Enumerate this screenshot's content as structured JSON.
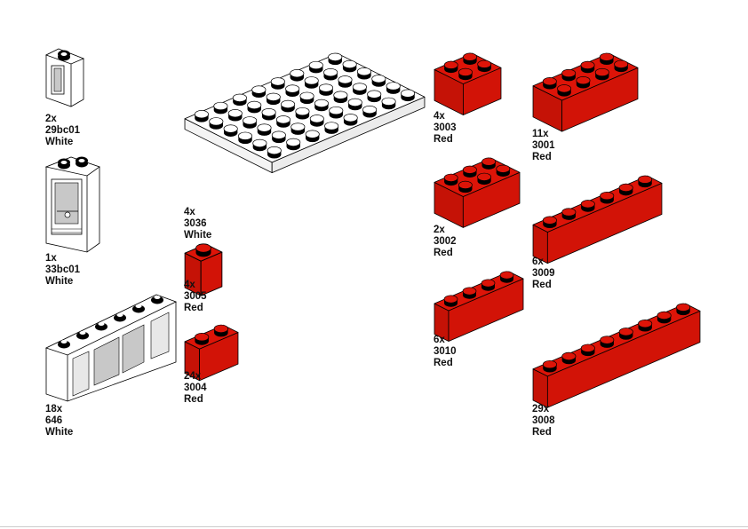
{
  "colors": {
    "red": "#dd1408",
    "white": "#ffffff",
    "outline": "#000000",
    "glass": "#c8c8c8"
  },
  "parts": {
    "p29bc01": {
      "qty": "2x",
      "id": "29bc01",
      "color": "White"
    },
    "p33bc01": {
      "qty": "1x",
      "id": "33bc01",
      "color": "White"
    },
    "p646": {
      "qty": "18x",
      "id": "646",
      "color": "White"
    },
    "p3036": {
      "qty": "4x",
      "id": "3036",
      "color": "White",
      "studs": [
        6,
        8
      ],
      "height_units": 1
    },
    "p3005": {
      "qty": "4x",
      "id": "3005",
      "color": "Red",
      "studs": [
        1,
        1
      ],
      "height_units": 3
    },
    "p3004": {
      "qty": "24x",
      "id": "3004",
      "color": "Red",
      "studs": [
        1,
        2
      ],
      "height_units": 3
    },
    "p3003": {
      "qty": "4x",
      "id": "3003",
      "color": "Red",
      "studs": [
        2,
        2
      ],
      "height_units": 3
    },
    "p3001": {
      "qty": "11x",
      "id": "3001",
      "color": "Red",
      "studs": [
        2,
        4
      ],
      "height_units": 3
    },
    "p3002": {
      "qty": "2x",
      "id": "3002",
      "color": "Red",
      "studs": [
        2,
        3
      ],
      "height_units": 3
    },
    "p3009": {
      "qty": "6x",
      "id": "3009",
      "color": "Red",
      "studs": [
        1,
        6
      ],
      "height_units": 3
    },
    "p3010": {
      "qty": "6x",
      "id": "3010",
      "color": "Red",
      "studs": [
        1,
        4
      ],
      "height_units": 3
    },
    "p3008": {
      "qty": "29x",
      "id": "3008",
      "color": "Red",
      "studs": [
        1,
        8
      ],
      "height_units": 3
    }
  }
}
